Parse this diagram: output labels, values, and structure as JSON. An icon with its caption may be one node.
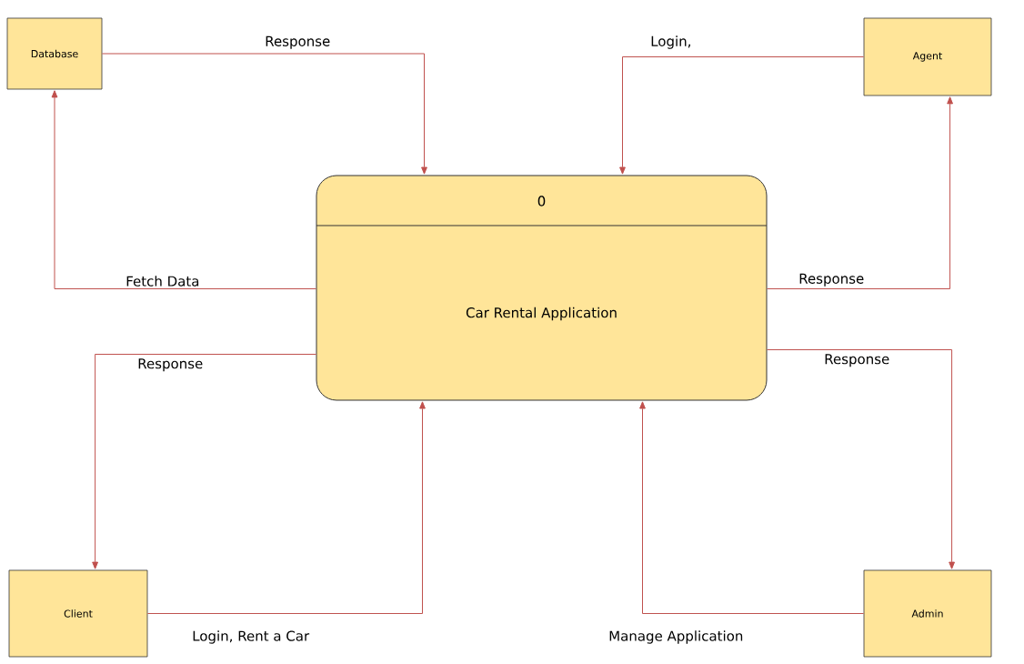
{
  "diagram": {
    "nodes": [
      {
        "text": [
          "Database"
        ]
      },
      {
        "text": [
          "Agent"
        ]
      },
      {
        "text": [
          "0",
          "Car Rental Application"
        ]
      },
      {
        "text": [
          "Client"
        ]
      },
      {
        "text": [
          "Admin"
        ]
      }
    ],
    "edges": [
      {
        "from": 0,
        "to": 2,
        "arrow": "to",
        "label": "Response"
      },
      {
        "from": 2,
        "to": 0,
        "arrow": "to",
        "label": "Fetch Data"
      },
      {
        "from": 1,
        "to": 2,
        "arrow": "to",
        "label": "Login,"
      },
      {
        "from": 2,
        "to": 1,
        "arrow": "to",
        "label": "Response"
      },
      {
        "from": 2,
        "to": 3,
        "arrow": "to",
        "label": "Response"
      },
      {
        "from": 3,
        "to": 2,
        "arrow": "to",
        "label": "Login, Rent a Car"
      },
      {
        "from": 4,
        "to": 2,
        "arrow": "to",
        "label": "Manage Application"
      },
      {
        "from": 2,
        "to": 4,
        "arrow": "to",
        "label": "Response"
      }
    ]
  }
}
